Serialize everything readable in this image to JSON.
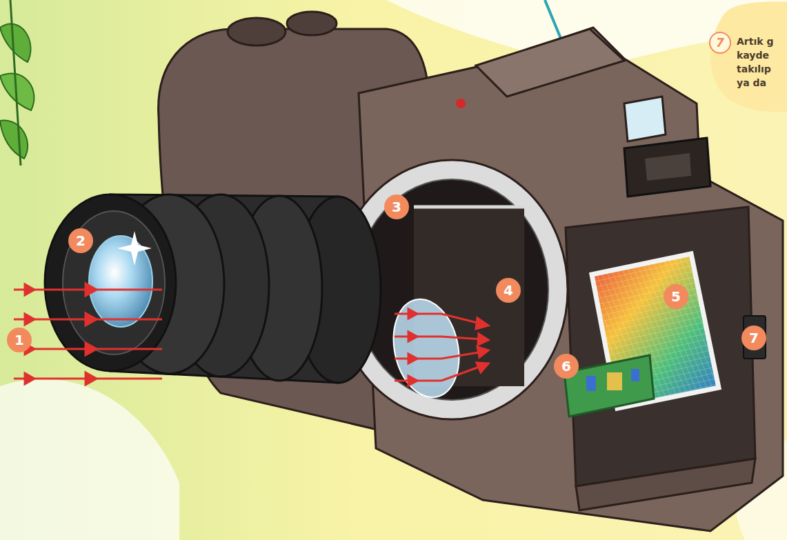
{
  "diagram": {
    "nodes": [
      {
        "text": [
          "Artık g kayde takılıp ya da"
        ]
      },
      {
        "text": [
          "7"
        ],
        "in": 0
      },
      {
        "text": [
          "1"
        ]
      },
      {
        "text": [
          "2"
        ]
      },
      {
        "text": [
          "3"
        ]
      },
      {
        "text": [
          "4"
        ]
      },
      {
        "text": [
          "5"
        ]
      },
      {
        "text": [
          "6"
        ]
      },
      {
        "text": [
          "7"
        ]
      }
    ]
  }
}
